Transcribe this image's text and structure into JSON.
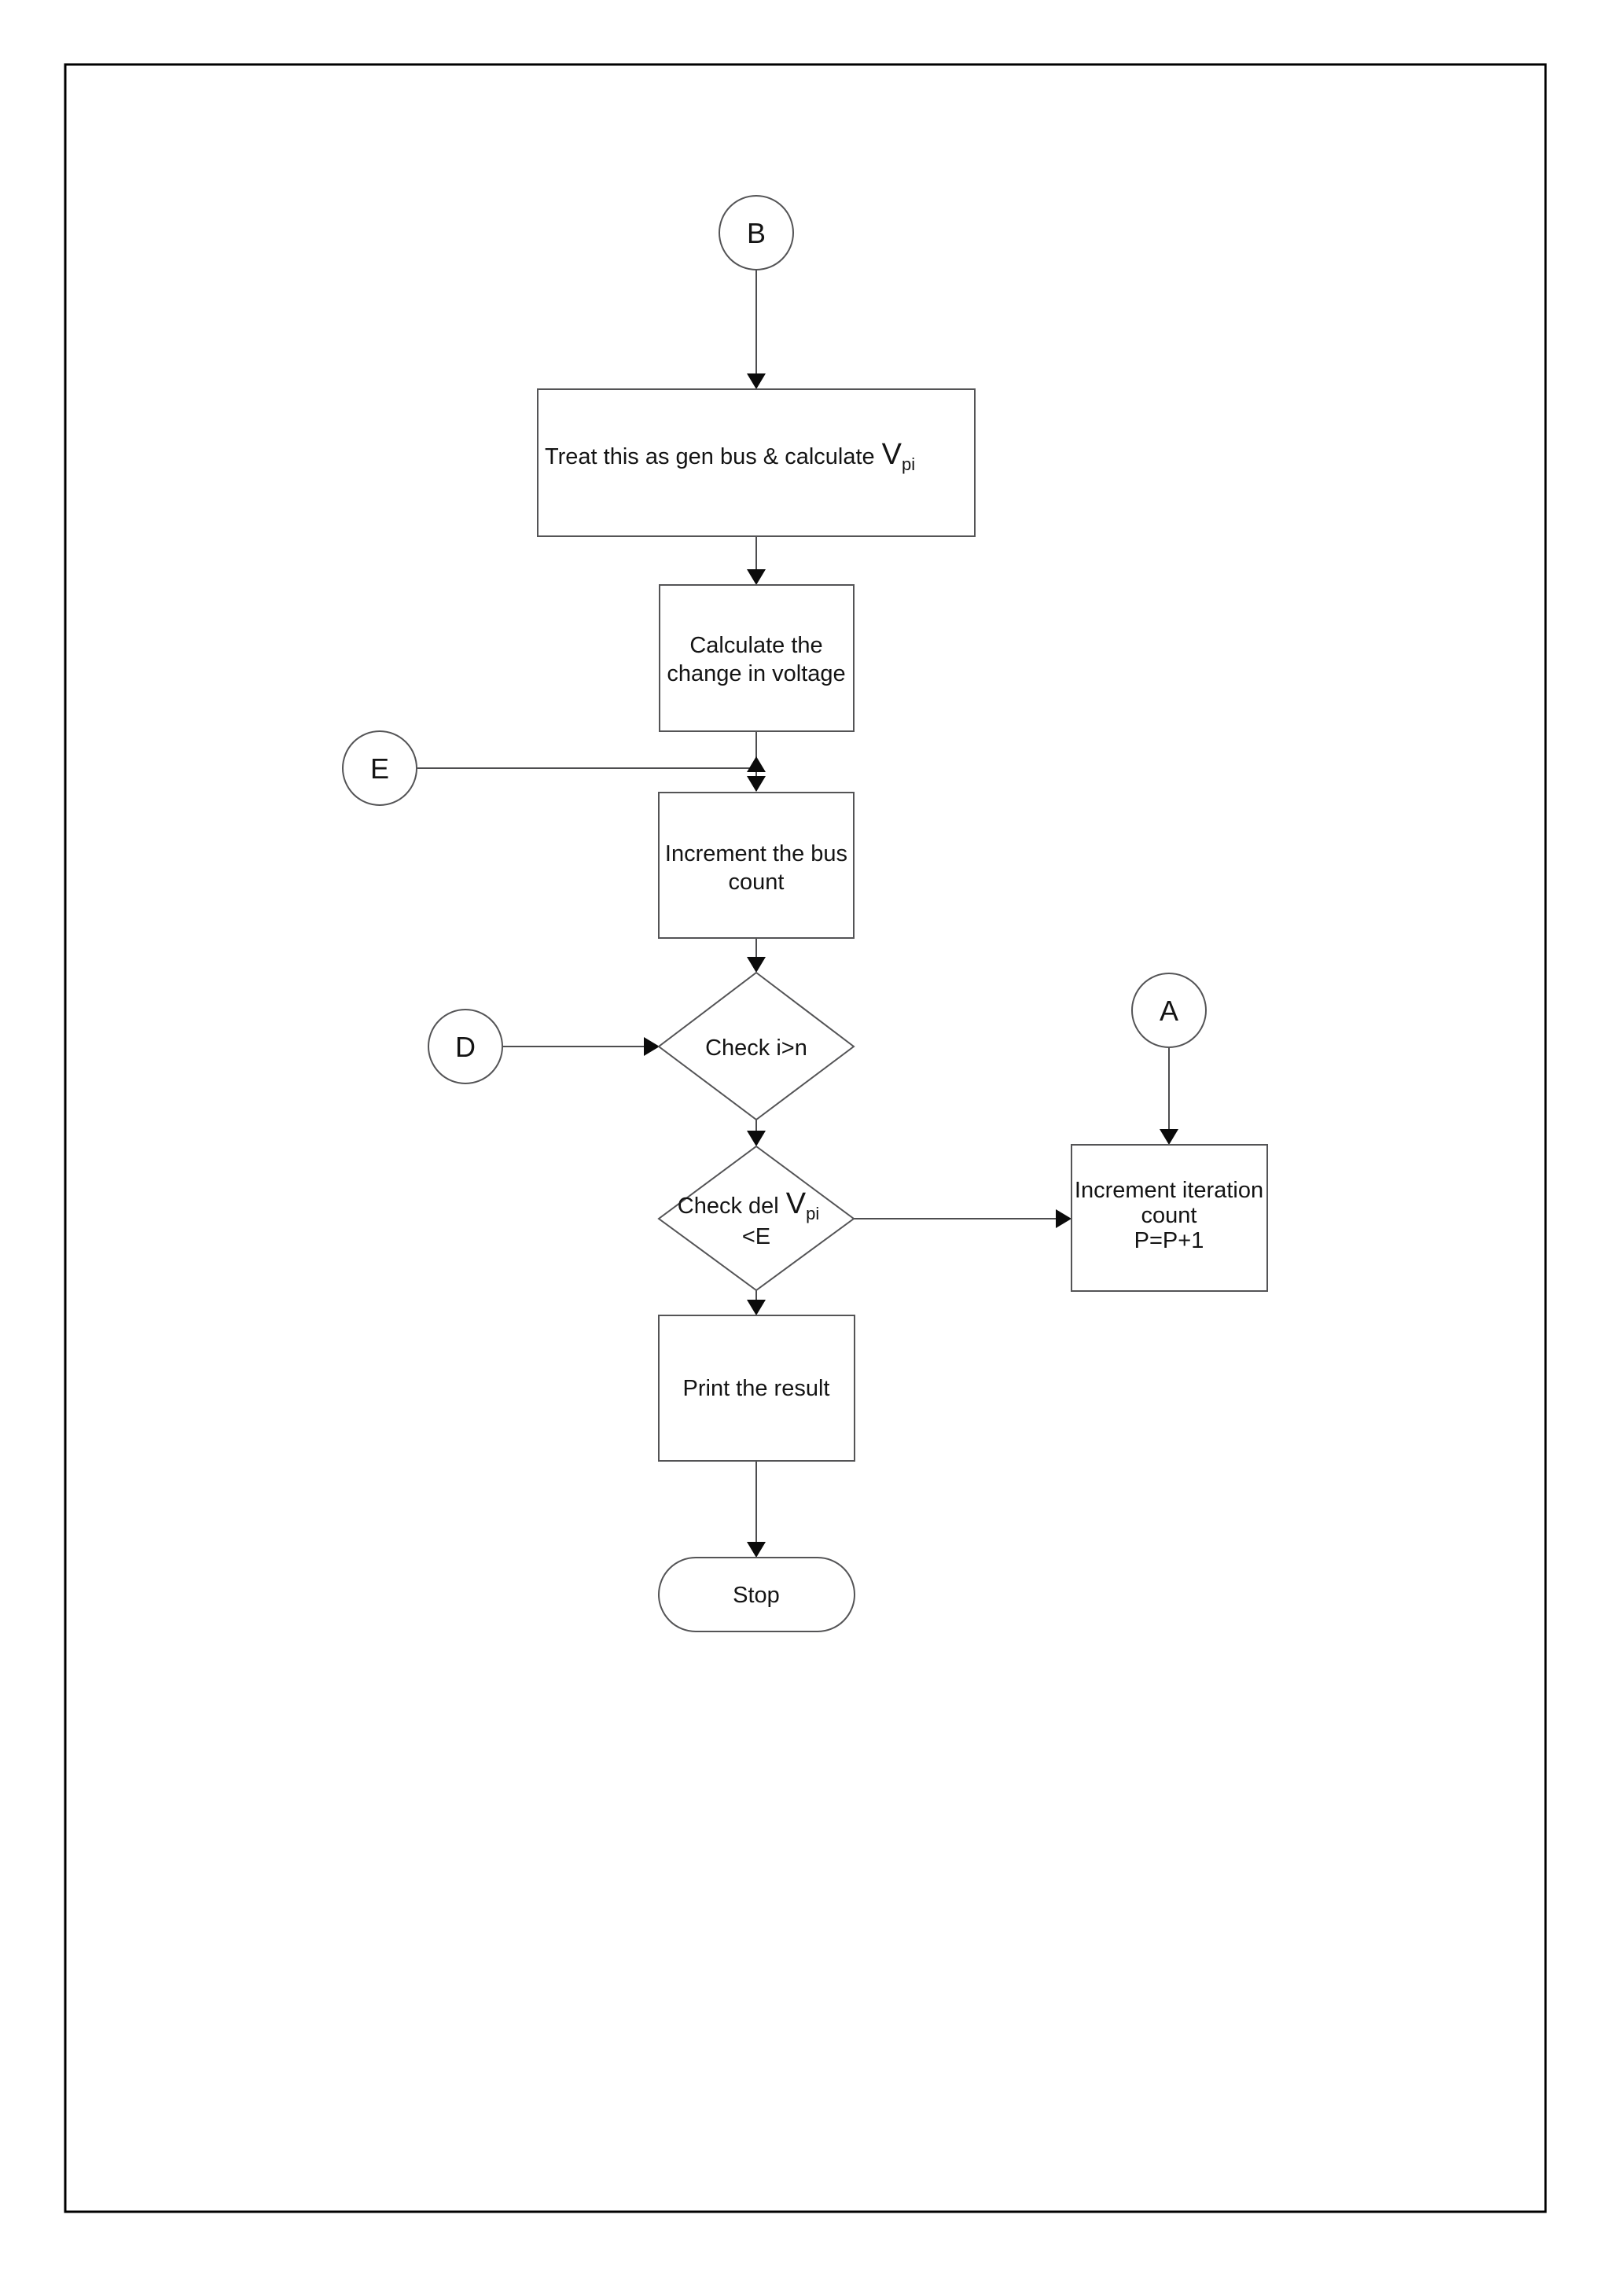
{
  "theme": {
    "page-bg": "#ffffff",
    "frame-stroke": "#000000",
    "shape-stroke": "#545456",
    "line-stroke": "#4d4d4f",
    "arrow-fill": "#0b0b0b",
    "text-color": "#141414"
  },
  "connectors": {
    "b": "B",
    "e": "E",
    "d": "D",
    "a": "A"
  },
  "nodes": {
    "treat": {
      "prefix": "Treat this as gen bus & calculate",
      "var": "V",
      "sub": "pi"
    },
    "calc_voltage": {
      "line1": "Calculate the",
      "line2": "change in voltage"
    },
    "increment_bus": {
      "line1": "Increment the bus",
      "line2": "count"
    },
    "check_i": {
      "label": "Check i>n"
    },
    "check_delv": {
      "prefix": "Check del",
      "var": "V",
      "sub": "pi",
      "line2": "<E"
    },
    "increment_iter": {
      "line1": "Increment iteration",
      "line2": "count",
      "line3": "P=P+1"
    },
    "print_result": {
      "label": "Print the result"
    },
    "stop": {
      "label": "Stop"
    }
  }
}
